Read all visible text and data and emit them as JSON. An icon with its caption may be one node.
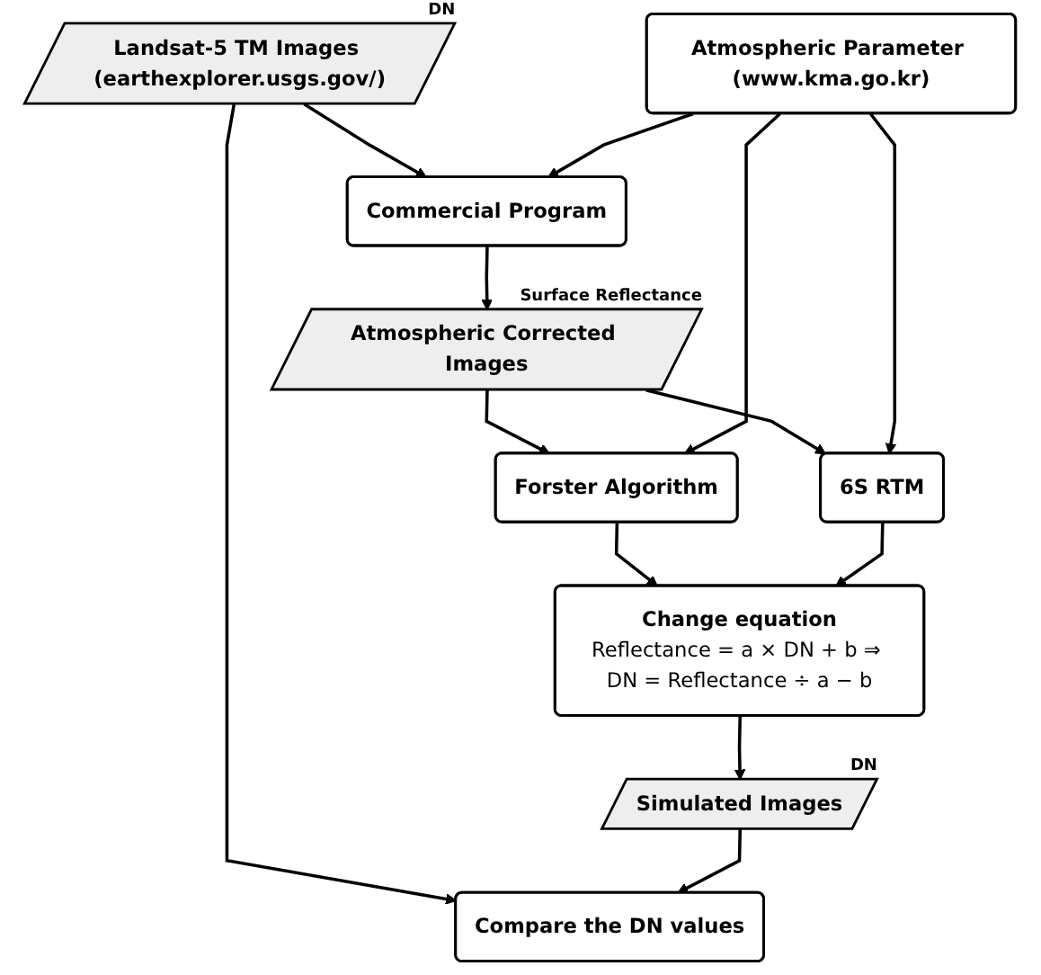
{
  "diagram": {
    "nodes": [
      {
        "text": [
          "Landsat-5 TM Images (earthexplorer.usgs.gov/)"
        ],
        "beside": [
          "DN"
        ]
      },
      {
        "text": [
          "Commercial Program"
        ]
      },
      {
        "text": [
          "Atmospheric Corrected Images"
        ],
        "beside": [
          "Surface Reflectance"
        ]
      },
      {
        "text": [
          "Atmospheric Parameter (www.kma.go.kr)"
        ]
      },
      {
        "text": [
          "Forster Algorithm"
        ]
      },
      {
        "text": [
          "6S RTM"
        ]
      },
      {
        "text": [
          "Change equation",
          "Reflectance = a × DN + b ⇒ DN = Reflectance ÷ a − b"
        ]
      },
      {
        "text": [
          "Simulated Images"
        ],
        "beside": [
          "DN"
        ]
      },
      {
        "text": [
          "Compare the DN values"
        ]
      }
    ],
    "edges": [
      {
        "from": 0,
        "to": 8,
        "arrow": "to"
      },
      {
        "from": 0,
        "to": 1,
        "arrow": "to"
      },
      {
        "from": 3,
        "to": 1,
        "arrow": "to"
      },
      {
        "from": 1,
        "to": 2,
        "arrow": "to"
      },
      {
        "from": 2,
        "to": 4,
        "arrow": "to"
      },
      {
        "from": 2,
        "to": 5,
        "arrow": "to"
      },
      {
        "from": 3,
        "to": 4,
        "arrow": "to"
      },
      {
        "from": 3,
        "to": 5,
        "arrow": "to"
      },
      {
        "from": 4,
        "to": 6,
        "arrow": "to"
      },
      {
        "from": 5,
        "to": 6,
        "arrow": "to"
      },
      {
        "from": 6,
        "to": 7,
        "arrow": "to"
      },
      {
        "from": 7,
        "to": 8,
        "arrow": "to"
      }
    ]
  }
}
